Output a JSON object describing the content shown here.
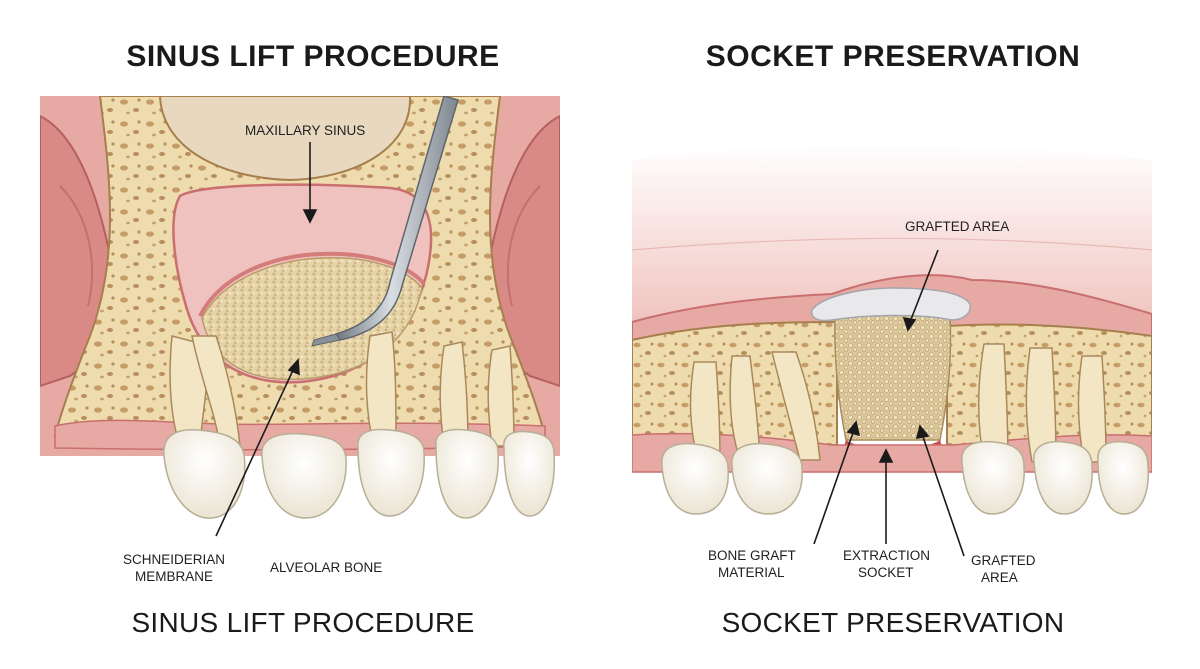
{
  "left": {
    "title": "SINUS LIFT PROCEDURE",
    "subtitle": "SINUS LIFT PROCEDURE",
    "labels": {
      "maxillary_sinus": "MAXILLARY SINUS",
      "schneiderian_line1": "SCHNEIDERIAN",
      "schneiderian_line2": "MEMBRANE",
      "alveolar_bone": "ALVEOLAR BONE"
    }
  },
  "right": {
    "title": "SOCKET PRESERVATION",
    "subtitle": "SOCKET PRESERVATION",
    "labels": {
      "grafted_area_top": "GRAFTED AREA",
      "bone_graft_line1": "BONE GRAFT",
      "bone_graft_line2": "MATERIAL",
      "extraction_line1": "EXTRACTION",
      "extraction_line2": "SOCKET",
      "grafted_area_line1": "GRAFTED",
      "grafted_area_line2": "AREA"
    }
  },
  "colors": {
    "bone": "#efdcae",
    "bone_pore": "#b78f5c",
    "gum": "#e7a9a3",
    "gum_dark": "#c96f6f",
    "sinus": "#f0c2bf",
    "graft": "#e6d3a6",
    "tooth": "#faf6ea",
    "instrument": "#9aa2aa"
  }
}
